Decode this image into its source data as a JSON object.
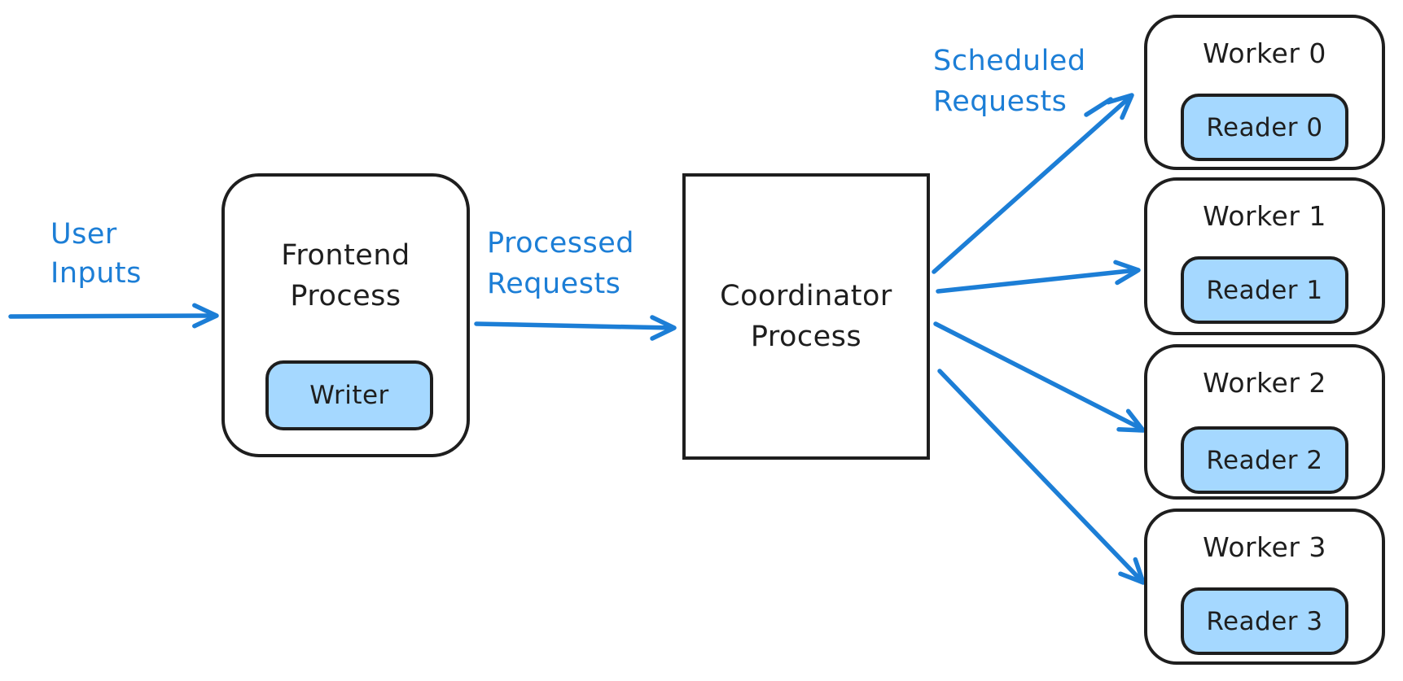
{
  "labels": {
    "user_inputs": {
      "line1": "User",
      "line2": "Inputs"
    },
    "processed_requests": {
      "line1": "Processed",
      "line2": "Requests"
    },
    "scheduled_requests": {
      "line1": "Scheduled",
      "line2": "Requests"
    }
  },
  "frontend": {
    "title_line1": "Frontend",
    "title_line2": "Process",
    "writer_label": "Writer"
  },
  "coordinator": {
    "title_line1": "Coordinator",
    "title_line2": "Process"
  },
  "workers": [
    {
      "label": "Worker 0",
      "reader_label": "Reader 0"
    },
    {
      "label": "Worker 1",
      "reader_label": "Reader 1"
    },
    {
      "label": "Worker 2",
      "reader_label": "Reader 2"
    },
    {
      "label": "Worker 3",
      "reader_label": "Reader 3"
    }
  ],
  "colors": {
    "accent_blue": "#1c7ed6",
    "fill_light_blue": "#a5d8ff",
    "stroke_dark": "#1e1e1e",
    "background": "#ffffff"
  }
}
